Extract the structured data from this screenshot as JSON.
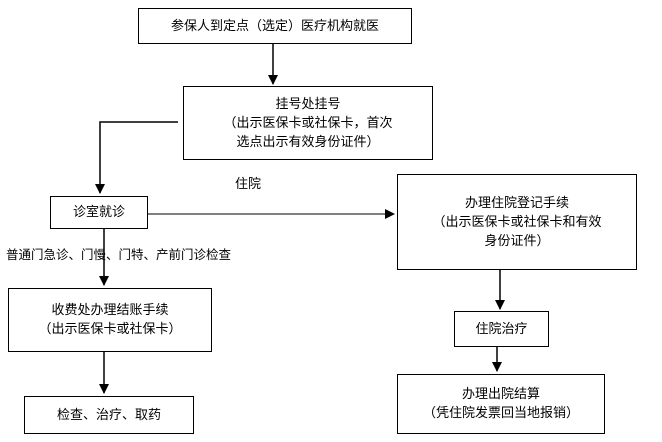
{
  "nodes": {
    "start": {
      "text": "参保人到定点（选定）医疗机构就医"
    },
    "register": {
      "line1": "挂号处挂号",
      "line2": "（出示医保卡或社保卡，首次",
      "line3": "选点出示有效身份证件）"
    },
    "clinic": {
      "text": "诊室就诊"
    },
    "pay": {
      "line1": "收费处办理结账手续",
      "line2": "（出示医保卡或社保卡）"
    },
    "treat": {
      "text": "检查、治疗、取药"
    },
    "admit": {
      "line1": "办理住院登记手续",
      "line2": "（出示医保卡或社保卡和有效",
      "line3": "身份证件）"
    },
    "inpatient": {
      "text": "住院治疗"
    },
    "discharge": {
      "line1": "办理出院结算",
      "line2": "（凭住院发票回当地报销）"
    }
  },
  "labels": {
    "hospitalize": "住院",
    "outpatient": "普通门急诊、门慢、门特、产前门诊检查"
  }
}
